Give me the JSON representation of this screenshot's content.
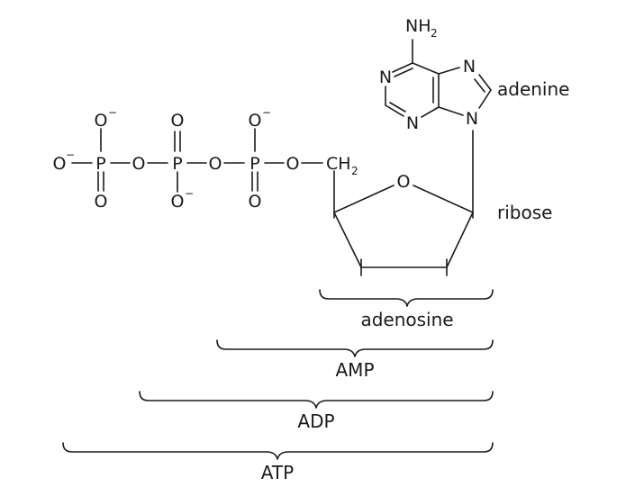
{
  "atoms": {
    "o_top1": "O",
    "o_top1_charge": "−",
    "o_top2": "O",
    "o_top3": "O",
    "o_top3_charge": "−",
    "o_left": "O",
    "o_left_charge": "−",
    "p1": "P",
    "o_bridge1": "O",
    "p2": "P",
    "o_bridge2": "O",
    "p3": "P",
    "o_bridge3": "O",
    "ch2_main": "CH",
    "ch2_sub": "2",
    "o_bot1": "O",
    "o_bot2": "O",
    "o_bot2_charge": "−",
    "o_bot3": "O",
    "o_ring": "O",
    "nh2_main": "NH",
    "nh2_sub": "2",
    "n1": "N",
    "n3": "N",
    "n7": "N",
    "n9": "N"
  },
  "labels": {
    "adenine": "adenine",
    "ribose": "ribose",
    "adenosine": "adenosine",
    "amp": "AMP",
    "adp": "ADP",
    "atp": "ATP"
  }
}
